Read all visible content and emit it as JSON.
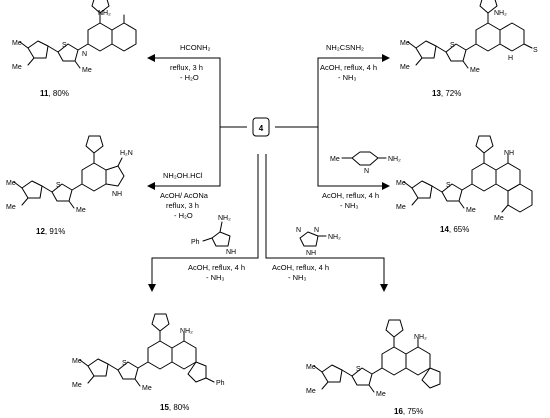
{
  "center": {
    "label": "4"
  },
  "reactions": {
    "r11": {
      "reagent": "HCONH₂",
      "conditions": [
        "reflux, 3 h",
        "- H₂O"
      ],
      "product": "11",
      "yield": "80%"
    },
    "r12": {
      "reagent": "NH₂OH.HCl",
      "conditions": [
        "AcOH/ AcONa",
        "reflux, 3 h",
        "- H₂O"
      ],
      "product": "12",
      "yield": "91%"
    },
    "r13": {
      "reagent": "NH₂CSNH₂",
      "conditions": [
        "AcOH, reflux, 4 h",
        "- NH₃"
      ],
      "product": "13",
      "yield": "72%"
    },
    "r14": {
      "reagent": "",
      "conditions": [
        "AcOH, reflux, 4 h",
        "- NH₃"
      ],
      "product": "14",
      "yield": "65%"
    },
    "r15": {
      "reagent": "",
      "conditions": [
        "AcOH, reflux, 4 h",
        "- NH₃"
      ],
      "product": "15",
      "yield": "80%"
    },
    "r16": {
      "reagent": "",
      "conditions": [
        "AcOH, reflux, 4 h",
        "- NH₃"
      ],
      "product": "16",
      "yield": "75%"
    }
  },
  "atoms": {
    "n": "N",
    "nh": "NH",
    "s": "S",
    "me": "Me",
    "nh2": "NH₂",
    "h2n": "H₂N",
    "ph": "Ph",
    "h": "H",
    "thione_s": "S",
    "imine": "NH"
  }
}
